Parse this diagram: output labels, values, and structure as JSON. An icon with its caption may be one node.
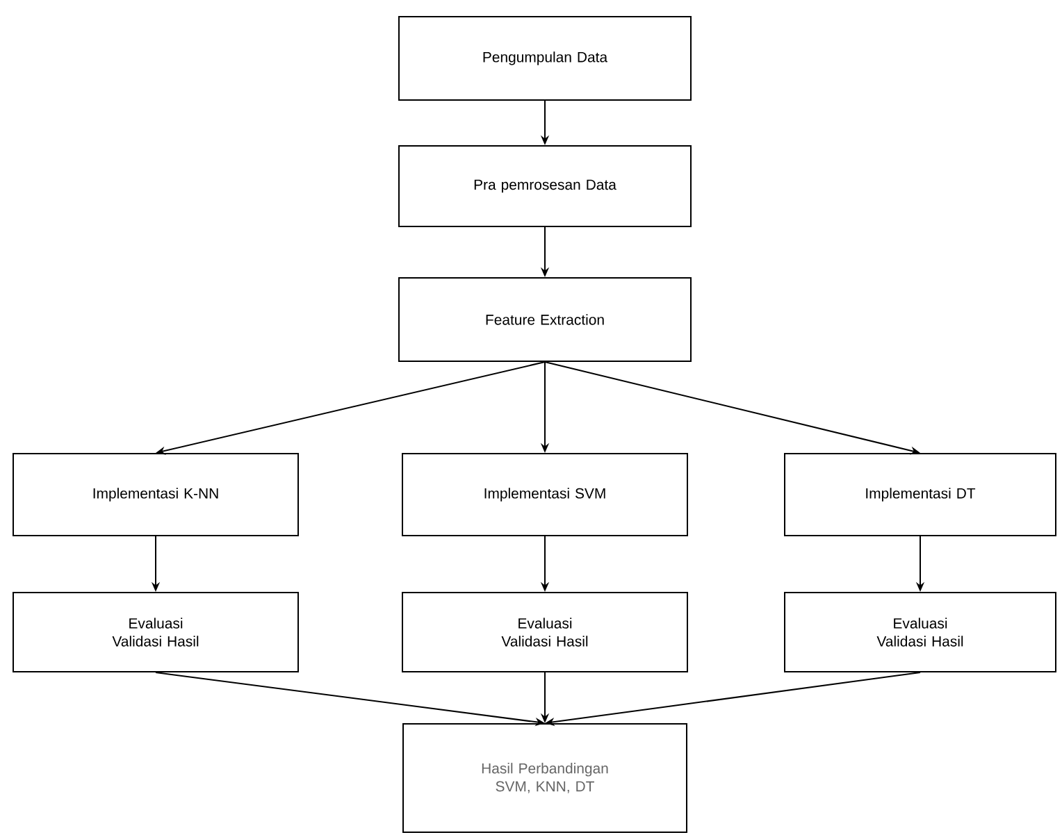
{
  "diagram": {
    "nodes": [
      {
        "text": [
          "Pengumpulan Data"
        ]
      },
      {
        "text": [
          "Pra pemrosesan Data"
        ]
      },
      {
        "text": [
          "Feature Extraction"
        ]
      },
      {
        "text": [
          "Implementasi K-NN"
        ]
      },
      {
        "text": [
          "Implementasi SVM"
        ]
      },
      {
        "text": [
          "Implementasi DT"
        ]
      },
      {
        "text": [
          "Evaluasi Validasi Hasil"
        ]
      },
      {
        "text": [
          "Evaluasi Validasi Hasil"
        ]
      },
      {
        "text": [
          "Evaluasi Validasi Hasil"
        ]
      },
      {
        "text": [
          "Hasil Perbandingan SVM, KNN, DT"
        ]
      }
    ],
    "edges": [
      {
        "from": 0,
        "to": 1,
        "arrow": "to"
      },
      {
        "from": 1,
        "to": 2,
        "arrow": "to"
      },
      {
        "from": 2,
        "to": 3,
        "arrow": "to"
      },
      {
        "from": 2,
        "to": 4,
        "arrow": "to"
      },
      {
        "from": 2,
        "to": 5,
        "arrow": "to"
      },
      {
        "from": 3,
        "to": 6,
        "arrow": "to"
      },
      {
        "from": 4,
        "to": 7,
        "arrow": "to"
      },
      {
        "from": 5,
        "to": 8,
        "arrow": "to"
      },
      {
        "from": 6,
        "to": 9,
        "arrow": "to"
      },
      {
        "from": 7,
        "to": 9,
        "arrow": "to"
      },
      {
        "from": 8,
        "to": 9,
        "arrow": "to"
      }
    ]
  }
}
